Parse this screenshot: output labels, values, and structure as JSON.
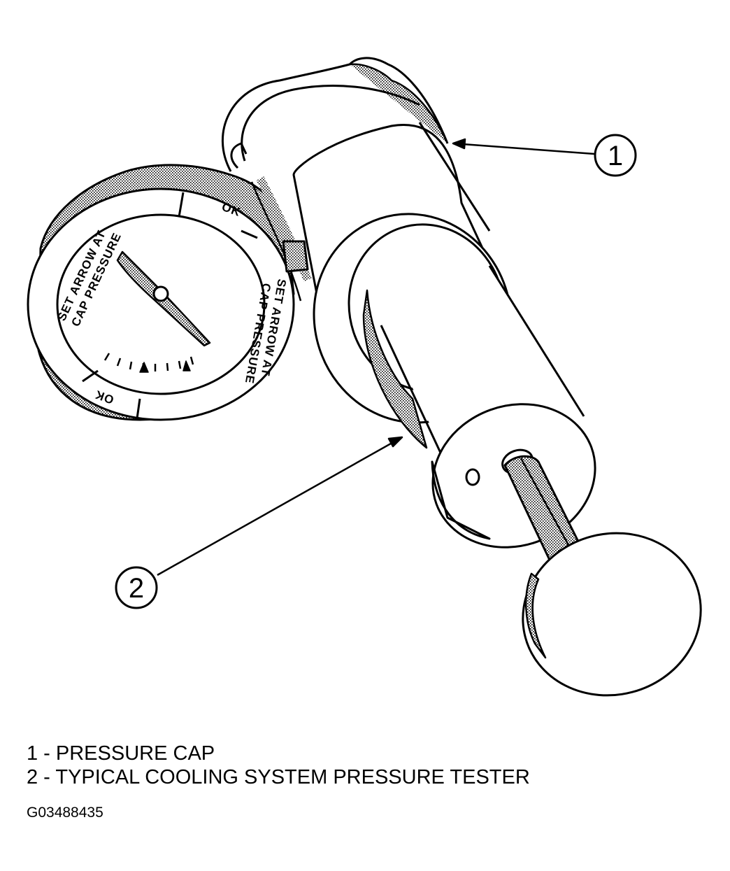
{
  "callouts": [
    {
      "number": "1"
    },
    {
      "number": "2"
    }
  ],
  "gauge": {
    "top_ok": "OK",
    "bottom_ok": "OK",
    "ring_text_left_1": "SET ARROW AT",
    "ring_text_left_2": "CAP PRESSURE",
    "ring_text_right_1": "SET ARROW AT",
    "ring_text_right_2": "CAP PRESSURE"
  },
  "legend": [
    {
      "text": "1 - PRESSURE CAP"
    },
    {
      "text": "2 - TYPICAL COOLING SYSTEM PRESSURE TESTER"
    }
  ],
  "figure_id": "G03488435",
  "colors": {
    "ink": "#000000",
    "shade": "#bdbdbd",
    "paper": "#ffffff"
  }
}
